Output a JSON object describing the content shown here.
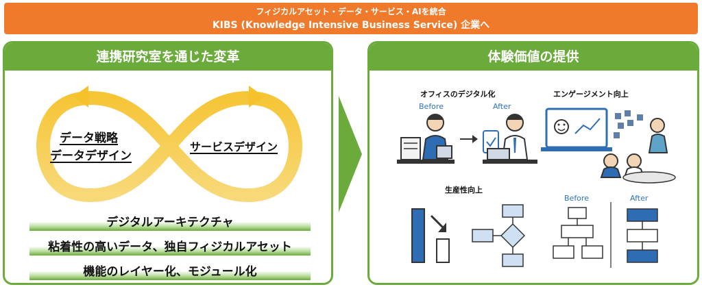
{
  "banner": {
    "line1": "フィジカルアセット・データ・サービス・AIを統合",
    "line2": "KIBS (Knowledge Intensive Business Service) 企業へ"
  },
  "left_panel": {
    "title": "連携研究室を通じた変革",
    "loop_left_line1": "データ戦略",
    "loop_left_line2": "データデザイン",
    "loop_right": "サービスデザイン",
    "bars": [
      "デジタルアーキテクチャ",
      "粘着性の高いデータ、独自フィジカルアセット",
      "機能のレイヤー化、モジュール化"
    ]
  },
  "right_panel": {
    "title": "体験価値の提供",
    "office_title": "オフィスのデジタル化",
    "office_before": "Before",
    "office_after": "After",
    "engagement_title": "エンゲージメント向上",
    "productivity_title": "生産性向上",
    "prod_before": "Before",
    "prod_after": "After"
  },
  "colors": {
    "banner": "#ef7a2c",
    "green": "#6aab3b",
    "loop_gold": "#f5c33b",
    "blue": "#2e6db4"
  }
}
